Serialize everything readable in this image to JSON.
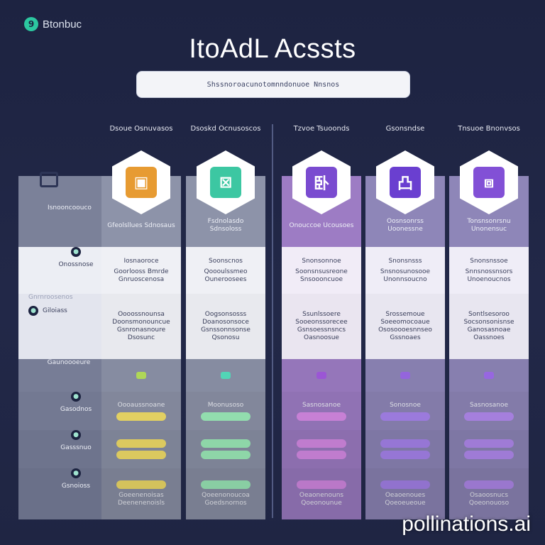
{
  "brand": {
    "name": "Btonbuc",
    "logo_letter": "9"
  },
  "title": "ItoAdL Acssts",
  "search": {
    "text": "Shssnoroacunotomnndonuoe Nnsnos"
  },
  "plans": [
    {
      "name": "Dsoue Osnuvasos",
      "icon": "▣",
      "accent": "#e79b32",
      "col_bg": "#8d93a9",
      "light_bg": "#eff0f5",
      "bar": "#f6e26b",
      "chip": "#b8e25c",
      "header_text": "Gfeolsllues Sdnosaus",
      "feature1": "Iosnaoroce",
      "feature2": "Goorlooss Bmrde Gnruoscenosa",
      "feature3": "Oooossnounsa Doonsmonouncue Gsnronasnoure Dsosunc",
      "progress_label": "Oooaussnoane",
      "footer": "Goeenenoisas Deenenenoisls"
    },
    {
      "name": "Dsoskd Ocnusoscos",
      "icon": "⊠",
      "accent": "#3cc7a2",
      "col_bg": "#8d93a9",
      "light_bg": "#eff0f5",
      "bar": "#9ff0bd",
      "chip": "#56e0c0",
      "header_text": "Fsdnolasdo Sdnsoloss",
      "feature1": "Soonscnos",
      "feature2": "Qoooulssmeo Ouneroosees",
      "feature3": "Oogsonsosss Doanosonsoce Gsnssonnsonse Qsonosu",
      "progress_label": "Moonusoso",
      "footer": "Qoeenonoucoa Goedsnornos"
    },
    {
      "name": "Tzvoe Tsuoonds",
      "icon": "卧",
      "accent": "#7a4bd0",
      "col_bg": "#9d7cc4",
      "light_bg": "#f1ecf7",
      "bar": "#d88be8",
      "chip": "#a35be0",
      "header_text": "Onouccoe Ucousoes",
      "feature1": "Snonsonnoe",
      "feature2": "Soonsnsusreone Snsoooncuoe",
      "feature3": "Ssunlssoere Sooeonssorecee Gsnsoessnsncs Oasnoosue",
      "progress_label": "Sasnosanoe",
      "footer": "Oeaonenouns Qoeonounue"
    },
    {
      "name": "Gsonsndse",
      "icon": "凸",
      "accent": "#6a3fd0",
      "col_bg": "#8e86b8",
      "light_bg": "#efedf7",
      "bar": "#a985ef",
      "chip": "#9c6ae8",
      "header_text": "Oosnsonrss Uoonessne",
      "feature1": "Snonsnsss",
      "feature2": "Snsnosunosooe Unonnsoucno",
      "feature3": "Srossemoue Soeeomocoaue Ososoooesnnseo Gssnoaes",
      "progress_label": "Sonosnoe",
      "footer": "Oeaoenoues Qoeoeueoue"
    },
    {
      "name": "Tnsuoe Bnonvsos",
      "icon": "⧈",
      "accent": "#8250d6",
      "col_bg": "#8e86b8",
      "light_bg": "#efedf7",
      "bar": "#b38af0",
      "chip": "#9f6cec",
      "header_text": "Tonsnsonrsnu Unonensuc",
      "feature1": "Snonsnssoe",
      "feature2": "Snnsnossnsors Unoenoucnos",
      "feature3": "Sontlsesoroo Socsonsonisnse Ganosasnoae Oassnoes",
      "progress_label": "Sasnosanoe",
      "footer": "Osaoosnucs Qoeonouoso"
    }
  ],
  "row_labels": {
    "header": "Isnooncoouco",
    "r1": "Onossnose",
    "r2_top": "Gnrnroosenos",
    "r2": "Giloiass",
    "r3": "Gaunoooeure",
    "r4": "Gasodnos",
    "r5": "Gasssnuo",
    "r6": "Gsnoioss"
  },
  "watermark": "pollinations.ai"
}
